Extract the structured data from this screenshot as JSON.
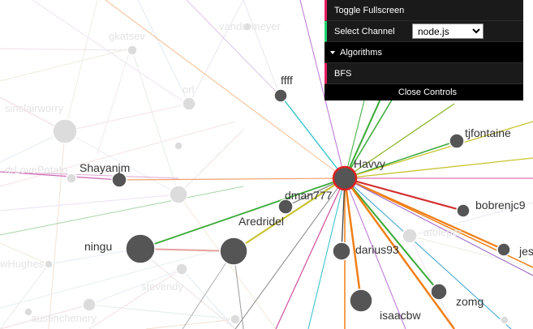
{
  "controls": {
    "toggle_fullscreen": "Toggle Fullscreen",
    "select_channel_label": "Select Channel",
    "channel_value": "node.js",
    "channel_options": [
      "node.js"
    ],
    "algorithms_label": "Algorithms",
    "bfs_label": "BFS",
    "close_label": "Close Controls",
    "accent_colors": {
      "function": "#e61d5f",
      "combo": "#2fa1d6"
    }
  },
  "graph": {
    "center_user": "Havvy",
    "users": [
      "Havvy",
      "ffff",
      "tjfontaine",
      "Shayanjm",
      "dman777",
      "Aredridel",
      "bobrenjc9",
      "ningu",
      "darius93",
      "jes",
      "zomg",
      "isaacbw"
    ],
    "background_users": [
      "gkatsev",
      "vandermeyer",
      "sinclairworry",
      "wHughes",
      "austinchenery",
      "stevendy",
      "drLovePotato",
      "orl",
      "atoleper"
    ]
  }
}
